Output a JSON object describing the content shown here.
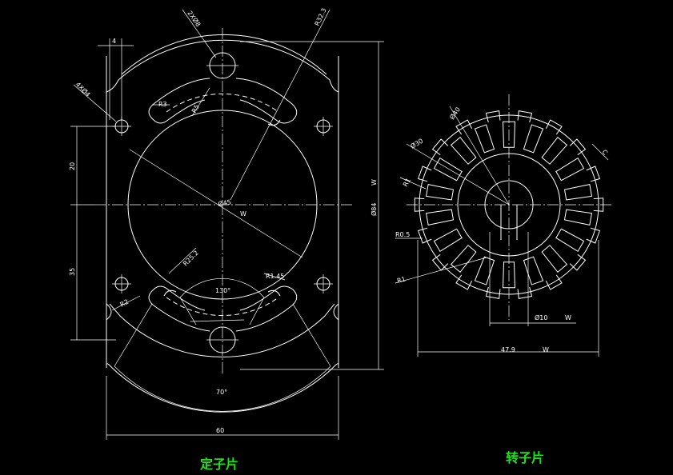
{
  "colors": {
    "background": "#000000",
    "lines": "#ffffff",
    "titles": "#19e619"
  },
  "stator": {
    "title": "定子片",
    "dims": {
      "width": "60",
      "height": "Ø84",
      "hole_spacing_top": "20",
      "hole_spacing_bottom": "35",
      "slot_width": "4",
      "bore": "Ø45",
      "outer_radius": "R32.3",
      "slot_arc_radius": "R25.2",
      "slot_end_radius": "R1.45",
      "r3": "R3",
      "r2": "R2",
      "r5": "R5",
      "holes_4x": "4XØ4",
      "holes_2x": "2XØ8",
      "angle_130": "130°",
      "angle_70": "70°",
      "tol_mark": "W"
    }
  },
  "rotor": {
    "title": "转子片",
    "dims": {
      "outer_dia": "47.9",
      "shaft": "Ø10",
      "slot_outer": "Ø40",
      "slot_inner": "Ø30",
      "r1": "R1",
      "r05": "R0.5",
      "r1b": "R1",
      "c_mark": "C",
      "tol_mark": "W"
    }
  }
}
